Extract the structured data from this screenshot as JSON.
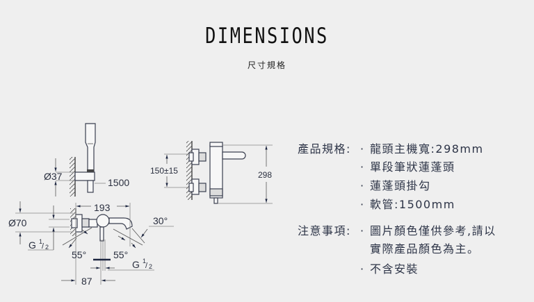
{
  "header": {
    "title": "DIMENSIONS",
    "subtitle": "尺寸規格"
  },
  "drawing": {
    "handshower": {
      "diameter_label": "Ø37",
      "hose_label": "1500"
    },
    "wall_mixer": {
      "center_distance_label": "150±15",
      "height_label": "298"
    },
    "bath_mixer": {
      "width_label": "193",
      "diameter_label": "Ø70",
      "inlet_thread_label": "G 1/2",
      "inlet_thread_main": "G",
      "inlet_thread_num": "1",
      "inlet_thread_den": "2",
      "outlet_thread_main": "G",
      "outlet_thread_num": "1",
      "outlet_thread_den": "2",
      "spout_angle_label": "30°",
      "left_angle_label": "55°",
      "right_angle_label": "55°",
      "depth_label": "87"
    },
    "line_color": "#3a3f4f",
    "arrow_color": "#1c2540"
  },
  "specs": {
    "label": "產品規格:",
    "items": [
      "龍頭主機寬:298mm",
      "單段筆狀蓮蓬頭",
      "蓮蓬頭掛勾",
      "軟管:1500mm"
    ]
  },
  "notes": {
    "label": "注意事項:",
    "items": [
      {
        "line1": "圖片顏色僅供參考,請以",
        "line2": "實際產品顏色為主。"
      },
      {
        "line1": "不含安裝"
      }
    ]
  },
  "bullet": "·"
}
